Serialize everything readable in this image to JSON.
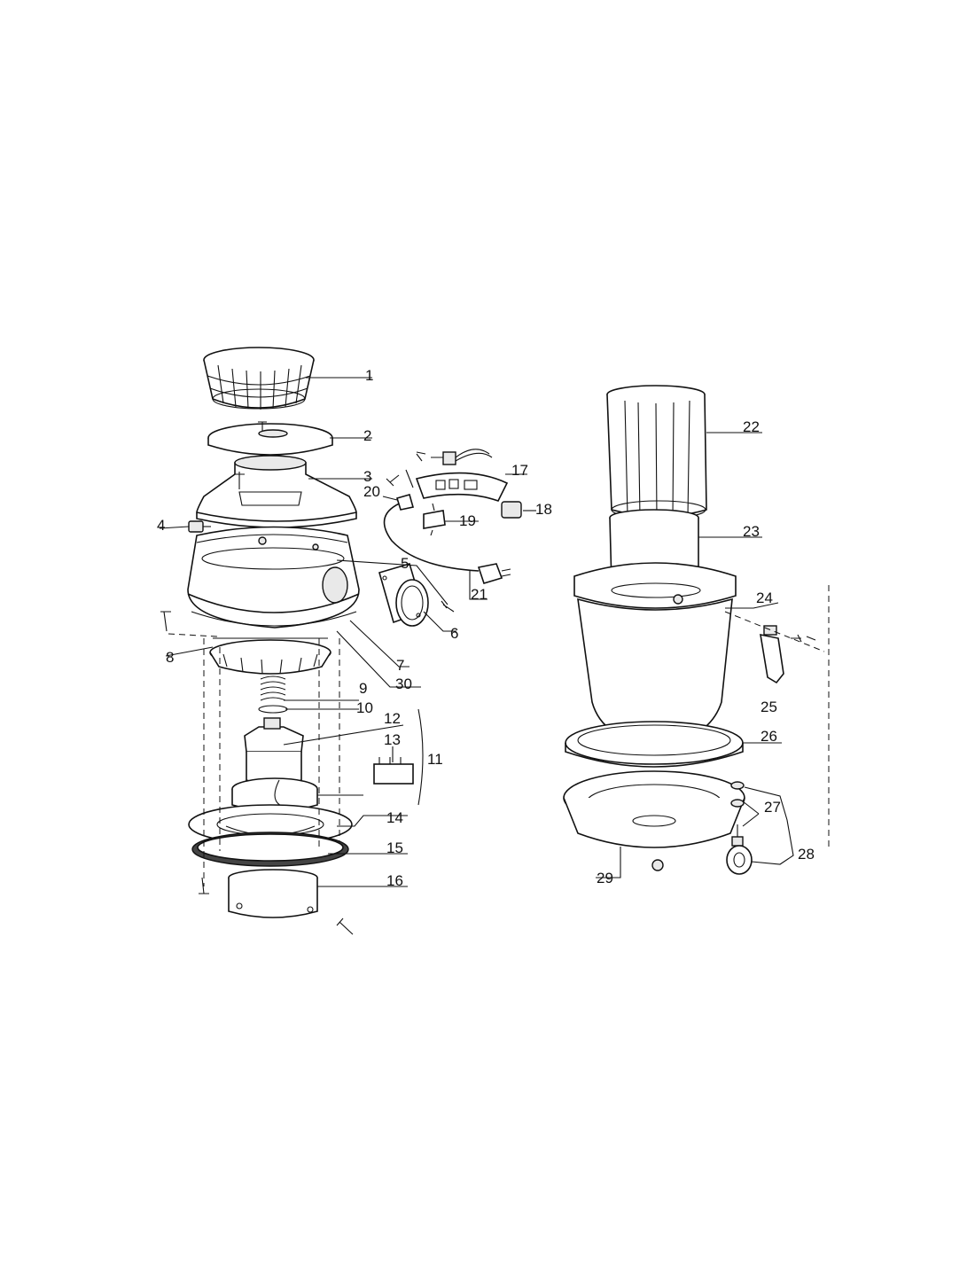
{
  "labels": {
    "p1": "1",
    "p2": "2",
    "p3": "3",
    "p4": "4",
    "p5": "5",
    "p6": "6",
    "p7": "7",
    "p8": "8",
    "p9": "9",
    "p10": "10",
    "p11": "11",
    "p12": "12",
    "p13": "13",
    "p14": "14",
    "p15": "15",
    "p16": "16",
    "p17": "17",
    "p18": "18",
    "p19": "19",
    "p20": "20",
    "p21": "21",
    "p22": "22",
    "p23": "23",
    "p24": "24",
    "p25": "25",
    "p26": "26",
    "p27": "27",
    "p28": "28",
    "p29": "29",
    "p30": "30"
  }
}
